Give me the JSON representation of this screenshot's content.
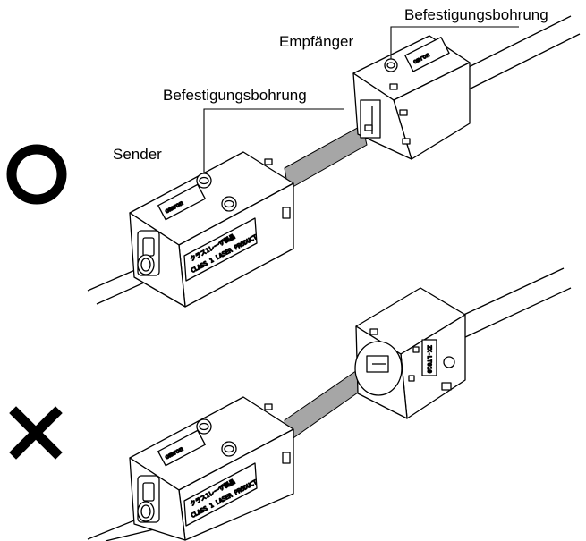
{
  "labels": {
    "receiver_hole": "Befestigungsbohrung",
    "receiver": "Empfänger",
    "emitter_hole": "Befestigungsbohrung",
    "emitter": "Sender"
  },
  "markers": {
    "correct_icon": "circle-icon",
    "incorrect_icon": "cross-icon"
  },
  "device_text": {
    "brand": "omron",
    "model": "ZX-LT010",
    "laser_jp": "クラス1レーザ製品",
    "laser_en": "CLASS 1 LASER PRODUCT"
  },
  "colors": {
    "beam": "#a6a6a6",
    "outline": "#000000"
  }
}
